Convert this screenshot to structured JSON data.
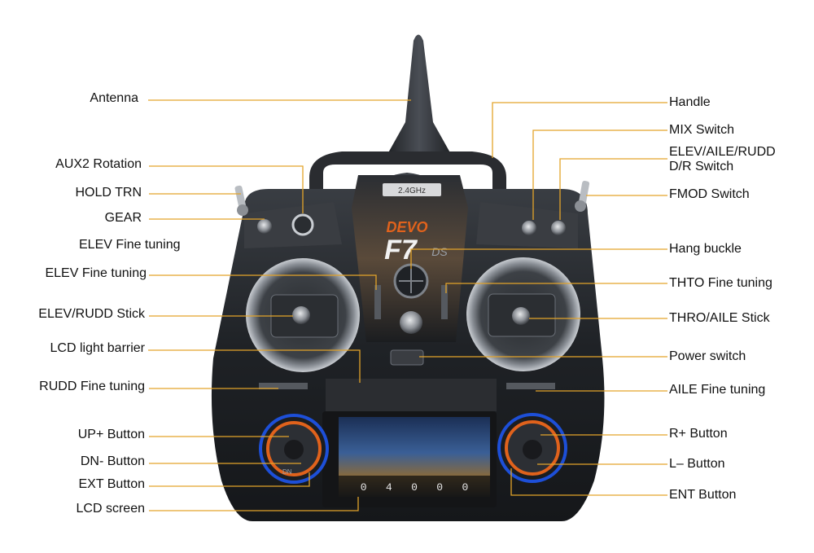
{
  "left_labels": [
    {
      "id": "antenna",
      "text": "Antenna"
    },
    {
      "id": "aux2",
      "text": "AUX2 Rotation"
    },
    {
      "id": "hold",
      "text": "HOLD TRN"
    },
    {
      "id": "gear",
      "text": "GEAR"
    },
    {
      "id": "elev_fine_1",
      "text": "ELEV Fine tuning"
    },
    {
      "id": "elev_fine_2",
      "text": "ELEV Fine tuning"
    },
    {
      "id": "elev_rudd_stick",
      "text": "ELEV/RUDD Stick"
    },
    {
      "id": "lcd_light",
      "text": "LCD light barrier"
    },
    {
      "id": "rudd_fine",
      "text": "RUDD Fine tuning"
    },
    {
      "id": "up_btn",
      "text": "UP+ Button"
    },
    {
      "id": "dn_btn",
      "text": "DN- Button"
    },
    {
      "id": "ext_btn",
      "text": "EXT Button"
    },
    {
      "id": "lcd_screen",
      "text": "LCD screen"
    }
  ],
  "right_labels": [
    {
      "id": "handle",
      "text": "Handle"
    },
    {
      "id": "mix",
      "text": "MIX Switch"
    },
    {
      "id": "dr",
      "text": "ELEV/AILE/RUDD",
      "text2": "D/R Switch"
    },
    {
      "id": "fmod",
      "text": "FMOD Switch"
    },
    {
      "id": "hang",
      "text": "Hang buckle"
    },
    {
      "id": "thto_fine",
      "text": "THTO Fine tuning"
    },
    {
      "id": "thro_aile",
      "text": "THRO/AILE Stick"
    },
    {
      "id": "power",
      "text": "Power switch"
    },
    {
      "id": "aile_fine",
      "text": "AILE Fine tuning"
    },
    {
      "id": "r_btn",
      "text": "R+ Button"
    },
    {
      "id": "l_btn",
      "text": "L– Button"
    },
    {
      "id": "ent_btn",
      "text": "ENT Button"
    }
  ],
  "device": {
    "brand": "DEVO",
    "model": "F7",
    "model_suffix": "DS",
    "band_badge": "2.4GHz",
    "lcd_readout": "0   4   0   0   0",
    "left_pad_label": "DN"
  },
  "colors": {
    "leader_line": "#e3a42a",
    "body_dark": "#1d1f22",
    "body_mid": "#3a3d42",
    "accent_orange": "#e0621c",
    "accent_blue": "#1d4fd8",
    "screen_sky": "#2b4f86"
  }
}
